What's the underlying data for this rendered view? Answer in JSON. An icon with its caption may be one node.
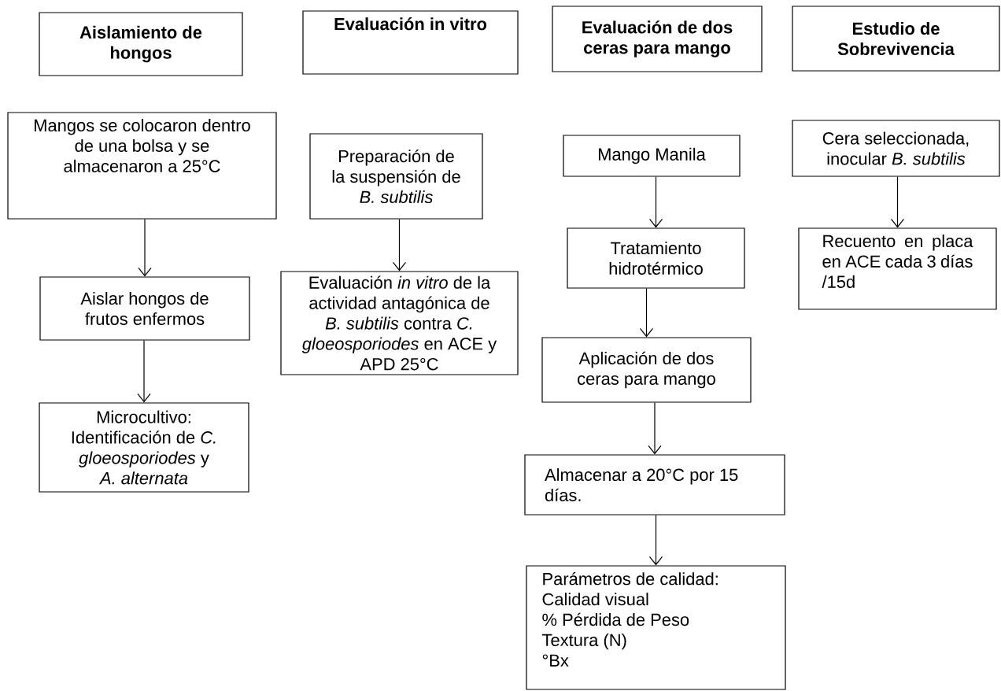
{
  "diagram": {
    "nodes": [
      {
        "text": [
          "Aislamiento de hongos"
        ]
      },
      {
        "text": [
          "Evaluación in vitro"
        ]
      },
      {
        "text": [
          "Evaluación de dos ceras para mango"
        ]
      },
      {
        "text": [
          "Estudio de Sobrevivencia"
        ]
      },
      {
        "text": [
          "Mangos se colocaron dentro de una bolsa y se almacenaron a 25°C"
        ]
      },
      {
        "text": [
          "Aislar hongos de frutos enfermos"
        ]
      },
      {
        "text": [
          "Microcultivo: Identificación de *C. gloeosporiodes* y *A. alternata*"
        ]
      },
      {
        "text": [
          "Preparación de la suspensión de *B. subtilis*"
        ]
      },
      {
        "text": [
          "Evaluación *in vitro* de la actividad antagónica de *B. subtilis* contra *C. gloeosporiodes* en ACE y APD 25°C"
        ]
      },
      {
        "text": [
          "Mango Manila"
        ]
      },
      {
        "text": [
          "Tratamiento hidrotérmico"
        ]
      },
      {
        "text": [
          "Aplicación de dos ceras para mango"
        ]
      },
      {
        "text": [
          "Almacenar a 20°C por 15 días."
        ]
      },
      {
        "text": [
          "Parámetros de calidad:",
          "Calidad visual",
          "% Pérdida de Peso",
          "Textura (N)",
          "°Bx"
        ]
      },
      {
        "text": [
          "Cera seleccionada, inocular *B. subtilis*"
        ]
      },
      {
        "text": [
          "Recuento en placa en ACE cada 3 días /15d"
        ]
      }
    ],
    "edges": [
      {
        "from": 4,
        "to": 5,
        "arrow": "to"
      },
      {
        "from": 5,
        "to": 6,
        "arrow": "to"
      },
      {
        "from": 7,
        "to": 8,
        "arrow": "to"
      },
      {
        "from": 9,
        "to": 10,
        "arrow": "to"
      },
      {
        "from": 10,
        "to": 11,
        "arrow": "to"
      },
      {
        "from": 11,
        "to": 12,
        "arrow": "to"
      },
      {
        "from": 12,
        "to": 13,
        "arrow": "to"
      },
      {
        "from": 14,
        "to": 15,
        "arrow": "to"
      }
    ]
  }
}
